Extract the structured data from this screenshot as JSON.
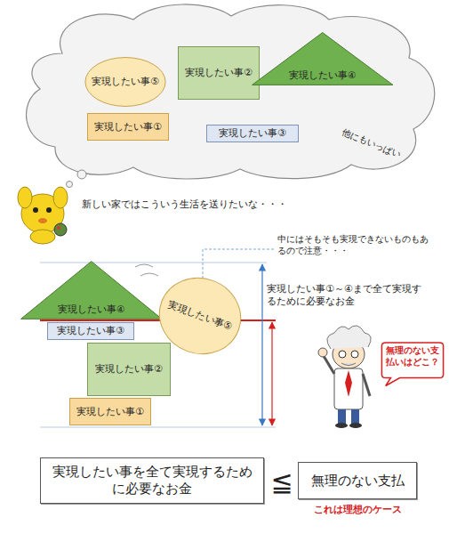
{
  "diagram": {
    "nodes": [
      {
        "text": [
          "実現したい事⑤"
        ]
      },
      {
        "text": [
          "実現したい事②"
        ]
      },
      {
        "text": [
          "実現したい事④"
        ]
      },
      {
        "text": [
          "実現したい事①"
        ]
      },
      {
        "text": [
          "実現したい事③"
        ]
      },
      {
        "text": [
          "実現したい事④"
        ]
      },
      {
        "text": [
          "実現したい事⑤"
        ]
      },
      {
        "text": [
          "実現したい事③"
        ]
      },
      {
        "text": [
          "実現したい事②"
        ]
      },
      {
        "text": [
          "実現したい事①"
        ]
      },
      {
        "text": [
          "無理のない支払いはどこ？"
        ]
      },
      {
        "text": [
          "実現したい事を全て実現するために必要なお金"
        ]
      },
      {
        "text": [
          "無理のない支払"
        ]
      }
    ],
    "labels": [
      "他にもいっぱい",
      "新しい家ではこういう生活を送りたいな・・・",
      "中にはそもそも実現できないものもあるので注意・・・",
      "実現したい事①～④まで全て実現するために必要なお金",
      "≦",
      "これは理想のケース"
    ]
  }
}
